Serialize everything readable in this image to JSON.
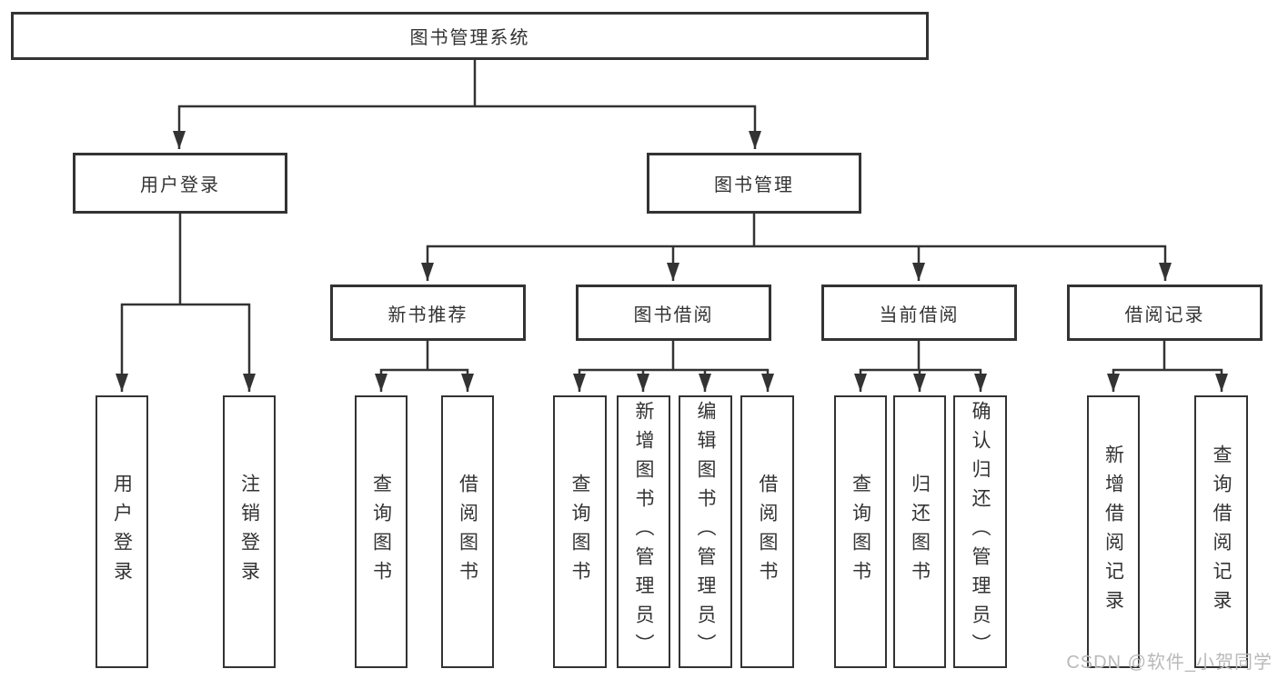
{
  "tree": {
    "root": "图书管理系统",
    "branches": [
      {
        "label": "用户登录",
        "children": [
          "用户登录",
          "注销登录"
        ]
      },
      {
        "label": "图书管理",
        "groups": [
          {
            "label": "新书推荐",
            "children": [
              "查询图书",
              "借阅图书"
            ]
          },
          {
            "label": "图书借阅",
            "children": [
              "查询图书",
              "新增图书（管理员）",
              "编辑图书（管理员）",
              "借阅图书"
            ]
          },
          {
            "label": "当前借阅",
            "children": [
              "查询图书",
              "归还图书",
              "确认归还（管理员）"
            ]
          },
          {
            "label": "借阅记录",
            "children": [
              "新增借阅记录",
              "查询借阅记录"
            ]
          }
        ]
      }
    ]
  },
  "watermark": {
    "text": "CSDN @软件_小贺同学"
  },
  "colors": {
    "line": "#333333",
    "text": "#333333",
    "watermark": "#b9b9b9",
    "background": "#ffffff"
  }
}
